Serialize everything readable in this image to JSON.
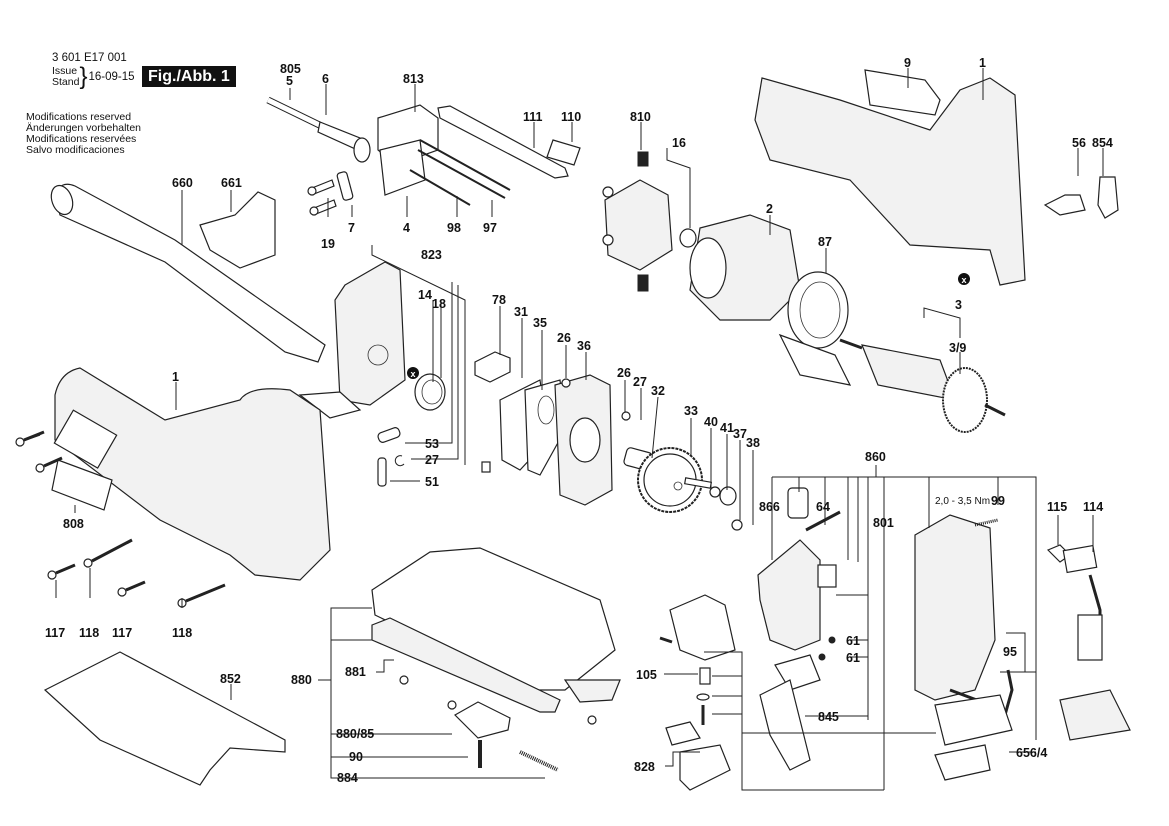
{
  "header": {
    "doc_number": "3 601 E17 001",
    "issue_label_en": "Issue",
    "issue_label_de": "Stand",
    "issue_date": "16-09-15",
    "figure_badge": "Fig./Abb. 1",
    "notes": [
      "Modifications reserved",
      "Änderungen vorbehalten",
      "Modifications reservées",
      "Salvo modificaciones"
    ]
  },
  "markers": {
    "x_marker": "x"
  },
  "callouts": {
    "c805": "805",
    "c5": "5",
    "c6": "6",
    "c813": "813",
    "c111": "111",
    "c110": "110",
    "c810": "810",
    "c16": "16",
    "c9": "9",
    "c1_top": "1",
    "c56": "56",
    "c854": "854",
    "c660": "660",
    "c661": "661",
    "c19": "19",
    "c7": "7",
    "c4": "4",
    "c98": "98",
    "c97": "97",
    "c2": "2",
    "c87": "87",
    "c823": "823",
    "c14": "14",
    "c18": "18",
    "c78": "78",
    "c31": "31",
    "c35": "35",
    "c26a": "26",
    "c36": "36",
    "c26b": "26",
    "c27a": "27",
    "c32": "32",
    "c3": "3",
    "c3_9": "3/9",
    "c1_left": "1",
    "c53": "53",
    "c27b": "27",
    "c51": "51",
    "c33": "33",
    "c40": "40",
    "c41": "41",
    "c37": "37",
    "c38": "38",
    "c808": "808",
    "c117a": "117",
    "c118a": "118",
    "c117b": "117",
    "c118b": "118",
    "c852": "852",
    "c860": "860",
    "c866": "866",
    "c64": "64",
    "c801": "801",
    "c99": "99",
    "torque": "2,0 - 3,5 Nm",
    "c115": "115",
    "c114": "114",
    "c61a": "61",
    "c61b": "61",
    "c95": "95",
    "c105": "105",
    "c845": "845",
    "c828": "828",
    "c656_4": "656/4",
    "c880": "880",
    "c881": "881",
    "c880_85": "880/85",
    "c90": "90",
    "c884": "884"
  }
}
